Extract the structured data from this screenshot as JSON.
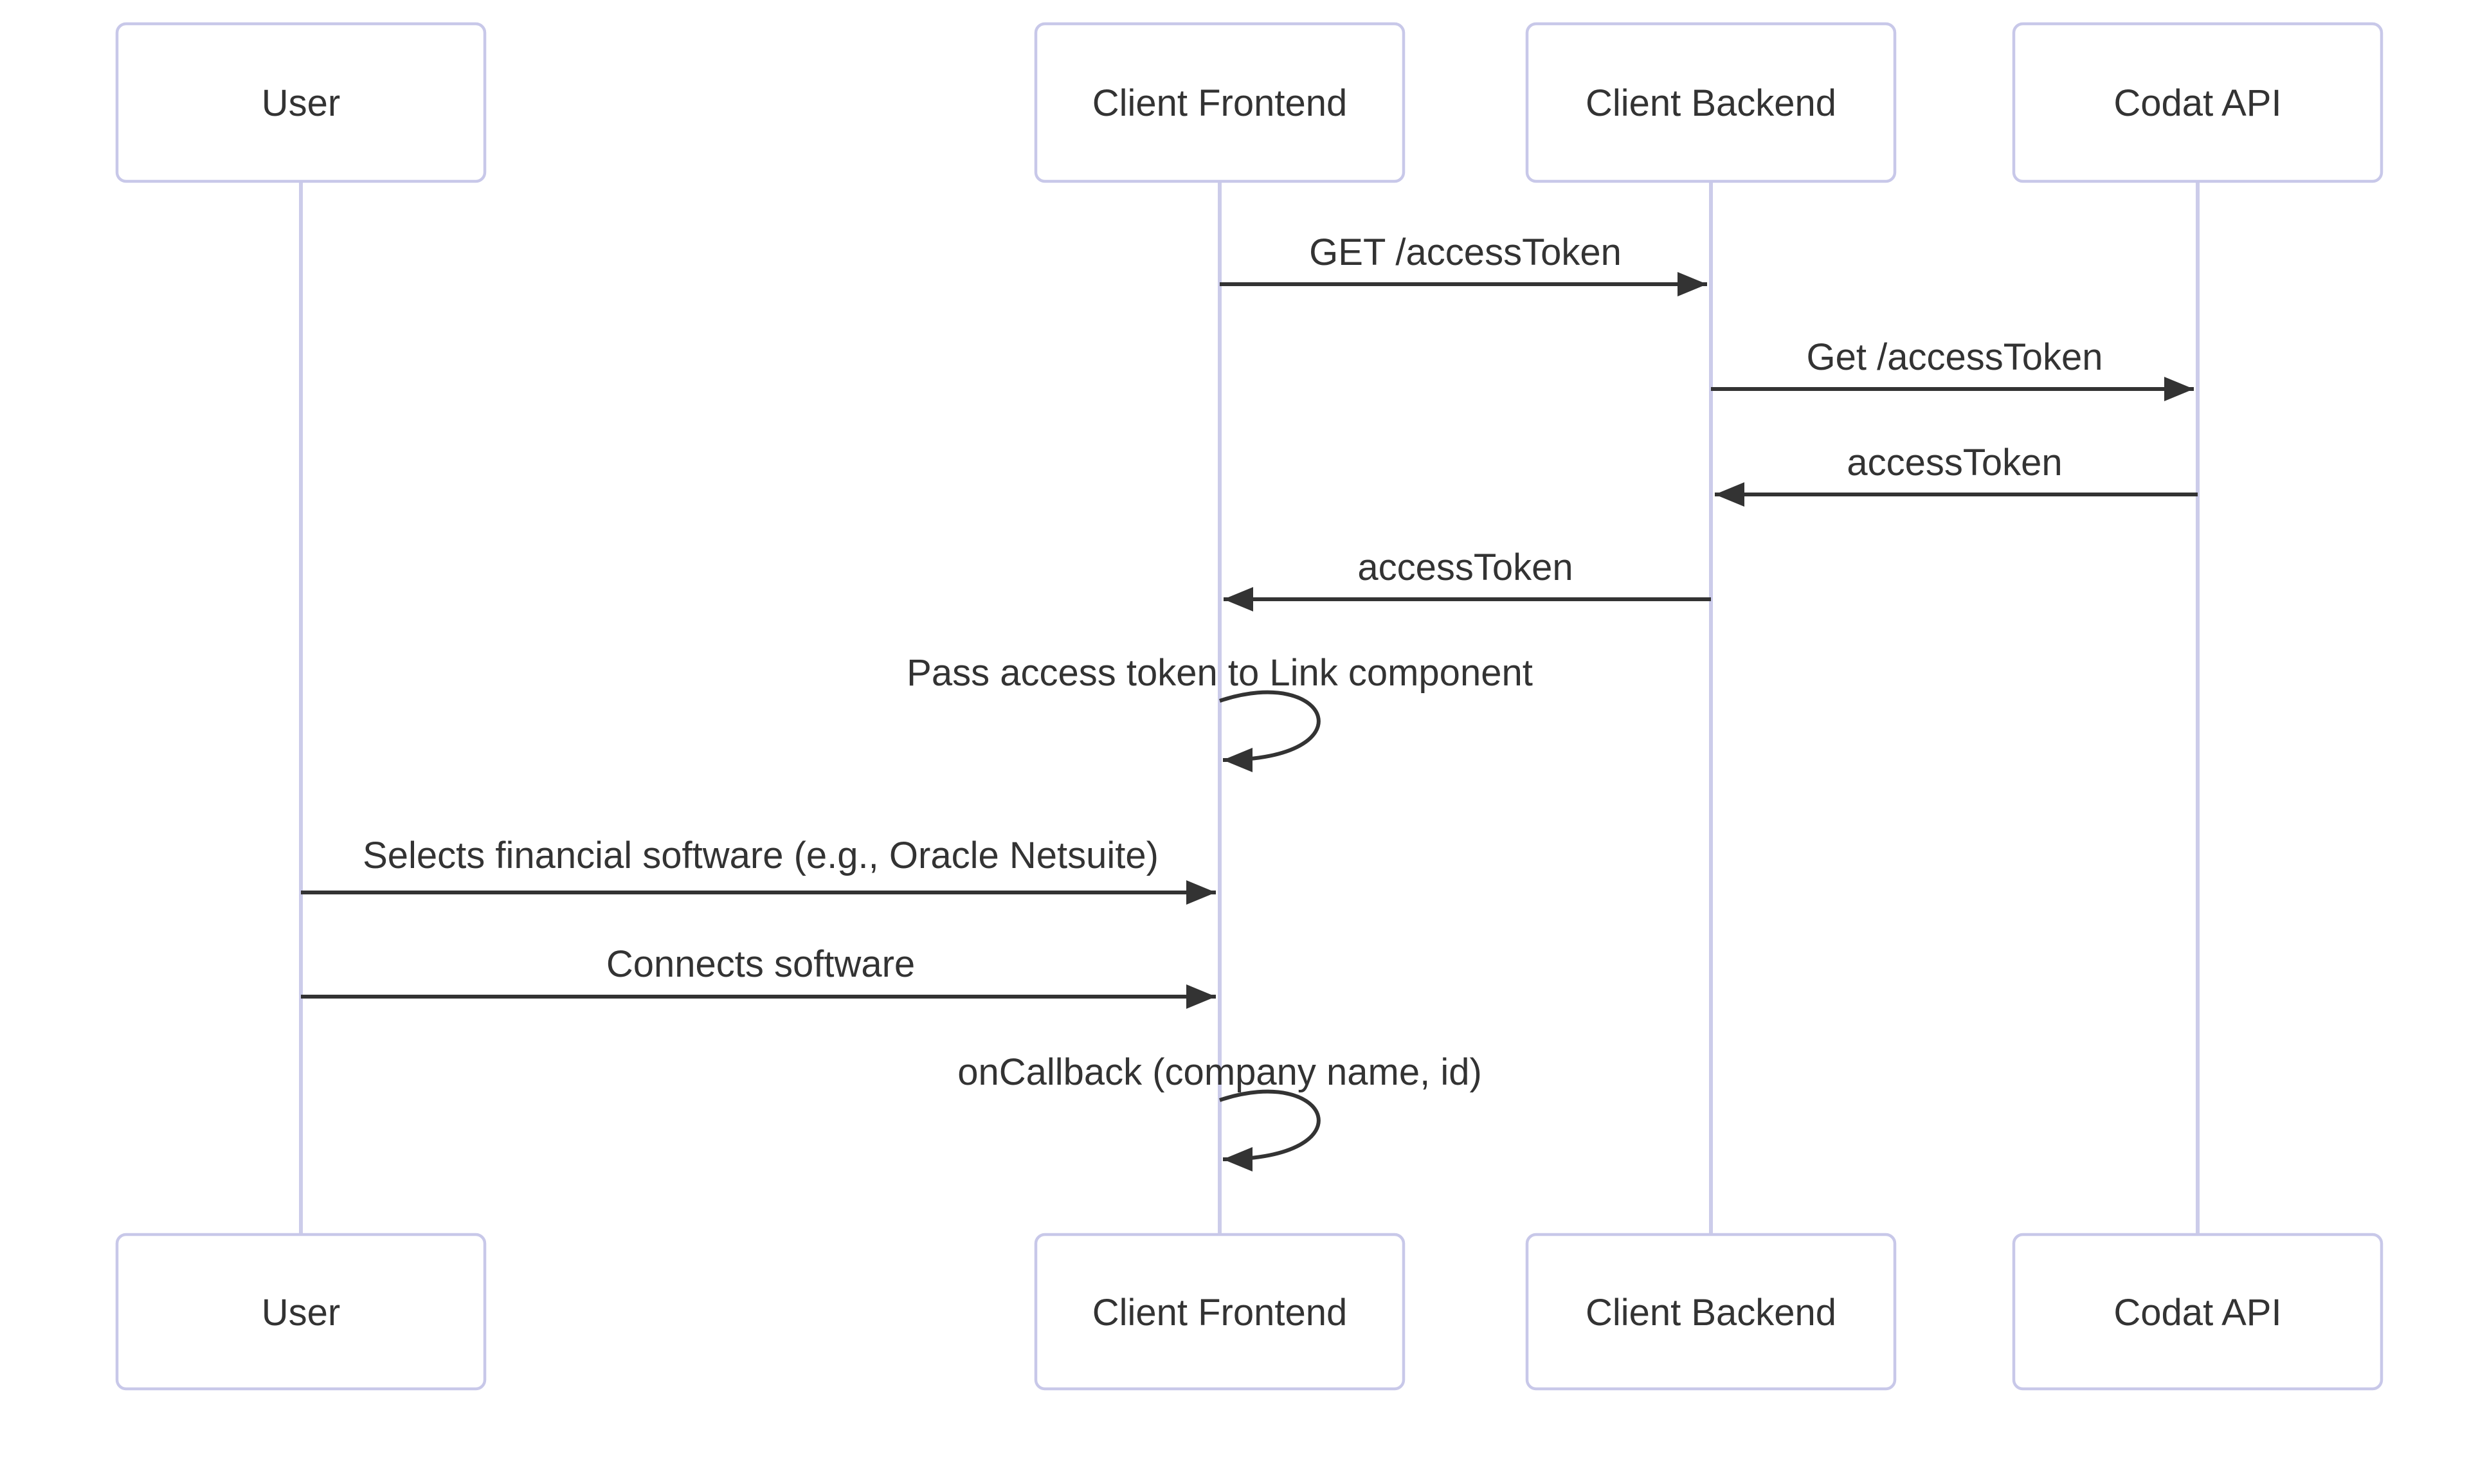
{
  "diagram": {
    "type": "sequence-diagram",
    "actors": [
      {
        "id": "user",
        "label": "User"
      },
      {
        "id": "client-frontend",
        "label": "Client Frontend"
      },
      {
        "id": "client-backend",
        "label": "Client Backend"
      },
      {
        "id": "codat-api",
        "label": "Codat API"
      }
    ],
    "messages": [
      {
        "seq": 1,
        "from": "client-frontend",
        "to": "client-backend",
        "label": "GET /accessToken",
        "kind": "solid-arrow"
      },
      {
        "seq": 2,
        "from": "client-backend",
        "to": "codat-api",
        "label": "Get /accessToken",
        "kind": "solid-arrow"
      },
      {
        "seq": 3,
        "from": "codat-api",
        "to": "client-backend",
        "label": "accessToken",
        "kind": "solid-arrow"
      },
      {
        "seq": 4,
        "from": "client-backend",
        "to": "client-frontend",
        "label": "accessToken",
        "kind": "solid-arrow"
      },
      {
        "seq": 5,
        "from": "client-frontend",
        "to": "client-frontend",
        "label": "Pass access token to Link component",
        "kind": "self-loop"
      },
      {
        "seq": 6,
        "from": "user",
        "to": "client-frontend",
        "label": "Selects financial software (e.g., Oracle Netsuite)",
        "kind": "solid-arrow"
      },
      {
        "seq": 7,
        "from": "user",
        "to": "client-frontend",
        "label": "Connects software",
        "kind": "solid-arrow"
      },
      {
        "seq": 8,
        "from": "client-frontend",
        "to": "client-frontend",
        "label": "onCallback (company name, id)",
        "kind": "self-loop"
      }
    ],
    "colors": {
      "background": "#ffffff",
      "actor_fill": "#ffffff",
      "actor_border": "#c8c8e9",
      "lifeline": "#ccccea",
      "message": "#333333",
      "text": "#333333"
    }
  }
}
